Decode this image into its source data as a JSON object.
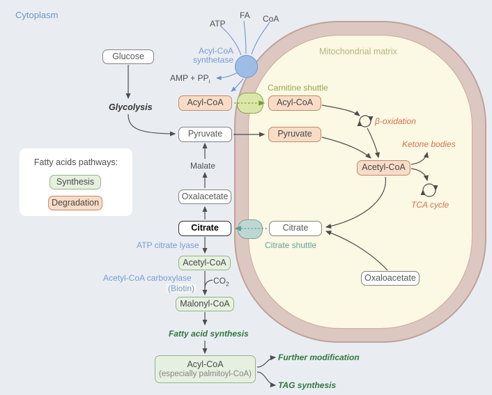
{
  "regions": {
    "cytoplasm_label": "Cytoplasm",
    "matrix_label": "Mitochondrial matrix"
  },
  "legend": {
    "title": "Fatty acids pathways:",
    "synthesis_label": "Synthesis",
    "degradation_label": "Degradation"
  },
  "cytoplasm": {
    "glucose": "Glucose",
    "glycolysis": "Glycolysis",
    "atp": "ATP",
    "fa": "FA",
    "coa": "CoA",
    "amp_pp": "AMP + PP",
    "amp_pp_subscript": "i",
    "synthetase_line1": "Acyl-CoA",
    "synthetase_line2": "synthetase",
    "acyl_coa": "Acyl-CoA",
    "pyruvate": "Pyruvate",
    "malate": "Malate",
    "oxalacetate": "Oxalacetate",
    "citrate": "Citrate",
    "atp_citrate_lyase": "ATP citrate lyase",
    "acetyl_coa": "Acetyl-CoA",
    "carboxylase": "Acetyl-CoA carboxylase",
    "biotin": "(Biotin)",
    "co2": "CO",
    "co2_subscript": "2",
    "malonyl_coa": "Malonyl-CoA",
    "fatty_acid_synthesis": "Fatty acid synthesis",
    "product_line1": "Acyl-CoA",
    "product_line2": "(especially palmitoyl-CoA)",
    "further_modification": "Further modification",
    "tag_synthesis": "TAG synthesis"
  },
  "membrane": {
    "carnitine_shuttle": "Carnitine shuttle",
    "citrate_shuttle": "Citrate shuttle"
  },
  "matrix": {
    "acyl_coa": "Acyl-CoA",
    "pyruvate": "Pyruvate",
    "beta_oxidation": "β-oxidation",
    "ketone_bodies": "Ketone bodies",
    "acetyl_coa": "Acetyl-CoA",
    "tca_cycle": "TCA cycle",
    "citrate": "Citrate",
    "oxaloacetate": "Oxaloacetate"
  },
  "colors": {
    "background": "#e9edf2",
    "membrane_fill": "#dcc8c0",
    "matrix_fill": "#fbf8e3",
    "synthesis_fill": "#e6f0e0",
    "synthesis_border": "#94b38a",
    "degradation_fill": "#f8dcc6",
    "degradation_border": "#c08a6e",
    "enzyme_blue": "#7a9bd0",
    "shuttle_green": "#96a94c",
    "shuttle_teal": "#63a39d",
    "pathway_orange": "#d9704f",
    "pathway_green": "#31773d",
    "arrow_gray": "#4d4d4d"
  }
}
